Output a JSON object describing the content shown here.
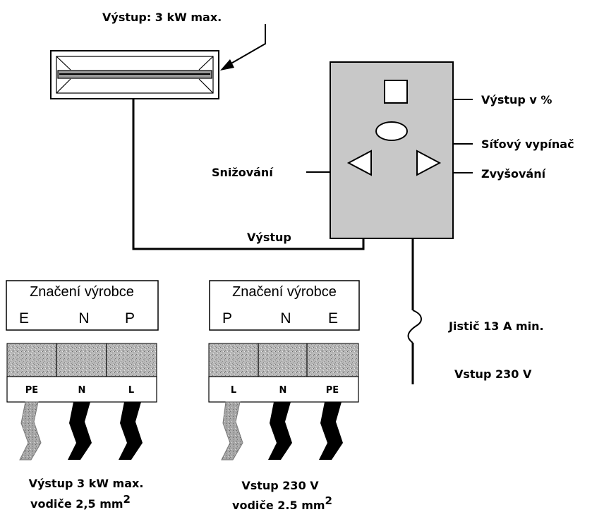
{
  "heater": {
    "label": "Výstup: 3 kW max."
  },
  "controller": {
    "output_percent_label": "Výstup v %",
    "power_switch_label": "Síťový vypínač",
    "increase_label": "Zvyšování",
    "decrease_label": "Snižování"
  },
  "wiring": {
    "output_label": "Výstup",
    "breaker_label": "Jistič 13 A min.",
    "input_label": "Vstup 230 V"
  },
  "terminal_output": {
    "header": "Značení výrobce",
    "letters": [
      "E",
      "N",
      "P"
    ],
    "terminals": [
      "PE",
      "N",
      "L"
    ],
    "caption_line1": "Výstup 3 kW max.",
    "caption_line2": "vodiče 2,5 mm",
    "caption_sup": "2"
  },
  "terminal_input": {
    "header": "Značení výrobce",
    "letters": [
      "P",
      "N",
      "E"
    ],
    "terminals": [
      "L",
      "N",
      "PE"
    ],
    "caption_line1": "Vstup 230 V",
    "caption_line2": "vodiče 2.5 mm",
    "caption_sup": "2"
  },
  "colors": {
    "panel_fill": "#c8c8c8",
    "block_fill": "#b4b4b4",
    "wire_dark": "#000000",
    "wire_light": "#a8a8a8"
  }
}
